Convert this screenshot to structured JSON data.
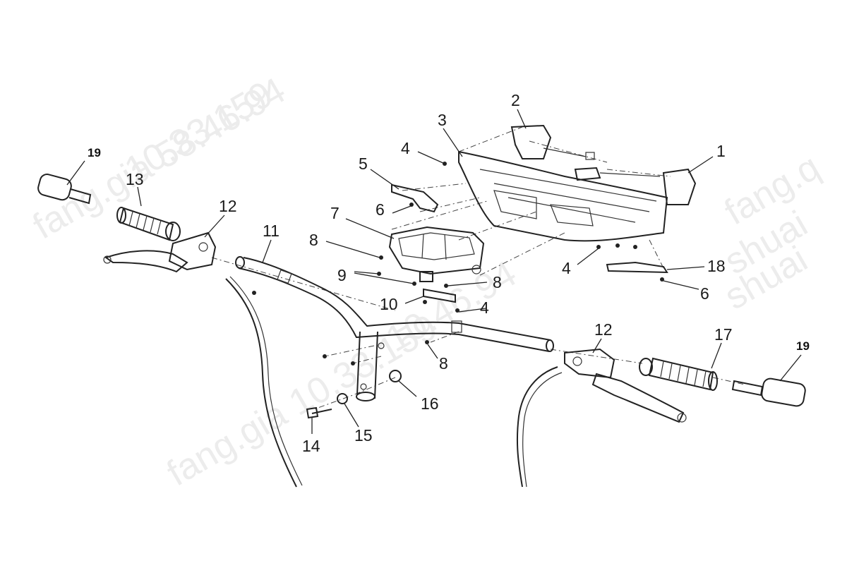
{
  "watermarks": [
    "10.33.159",
    "fang.gia 58.46.94",
    "fang.q",
    "shuai",
    "shuai",
    "10.46.94",
    "fang.gia 10.33.159"
  ],
  "callouts": [
    {
      "id": "1",
      "label": "1"
    },
    {
      "id": "2",
      "label": "2"
    },
    {
      "id": "3",
      "label": "3"
    },
    {
      "id": "4a",
      "label": "4"
    },
    {
      "id": "4b",
      "label": "4"
    },
    {
      "id": "4c",
      "label": "4"
    },
    {
      "id": "5",
      "label": "5"
    },
    {
      "id": "6a",
      "label": "6"
    },
    {
      "id": "6b",
      "label": "6"
    },
    {
      "id": "7",
      "label": "7"
    },
    {
      "id": "8a",
      "label": "8"
    },
    {
      "id": "8b",
      "label": "8"
    },
    {
      "id": "8c",
      "label": "8"
    },
    {
      "id": "9",
      "label": "9"
    },
    {
      "id": "10",
      "label": "10"
    },
    {
      "id": "11",
      "label": "11"
    },
    {
      "id": "12a",
      "label": "12"
    },
    {
      "id": "12b",
      "label": "12"
    },
    {
      "id": "13",
      "label": "13"
    },
    {
      "id": "14",
      "label": "14"
    },
    {
      "id": "15",
      "label": "15"
    },
    {
      "id": "16",
      "label": "16"
    },
    {
      "id": "17",
      "label": "17"
    },
    {
      "id": "18",
      "label": "18"
    },
    {
      "id": "19a",
      "label": "19"
    },
    {
      "id": "19b",
      "label": "19"
    }
  ]
}
